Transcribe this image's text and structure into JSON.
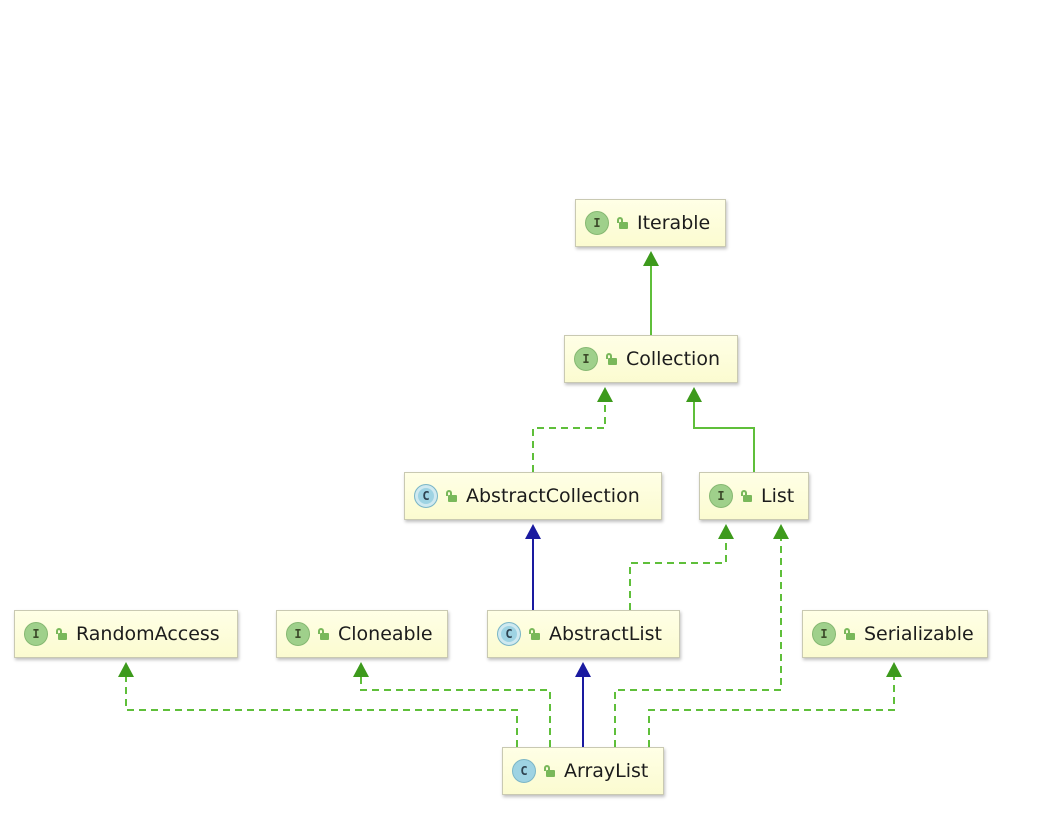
{
  "diagram": {
    "nodes": [
      {
        "id": "iterable",
        "label": "Iterable",
        "kind": "interface",
        "kind_letter": "I"
      },
      {
        "id": "collection",
        "label": "Collection",
        "kind": "interface",
        "kind_letter": "I"
      },
      {
        "id": "abstract-collection",
        "label": "AbstractCollection",
        "kind": "abstract-class",
        "kind_letter": "C"
      },
      {
        "id": "list",
        "label": "List",
        "kind": "interface",
        "kind_letter": "I"
      },
      {
        "id": "random-access",
        "label": "RandomAccess",
        "kind": "interface",
        "kind_letter": "I"
      },
      {
        "id": "cloneable",
        "label": "Cloneable",
        "kind": "interface",
        "kind_letter": "I"
      },
      {
        "id": "abstract-list",
        "label": "AbstractList",
        "kind": "abstract-class",
        "kind_letter": "C"
      },
      {
        "id": "serializable",
        "label": "Serializable",
        "kind": "interface",
        "kind_letter": "I"
      },
      {
        "id": "array-list",
        "label": "ArrayList",
        "kind": "class",
        "kind_letter": "C"
      }
    ],
    "edges": [
      {
        "from": "collection",
        "to": "iterable",
        "type": "extends-interface"
      },
      {
        "from": "abstract-collection",
        "to": "collection",
        "type": "implements"
      },
      {
        "from": "list",
        "to": "collection",
        "type": "extends-interface"
      },
      {
        "from": "abstract-list",
        "to": "abstract-collection",
        "type": "extends-class"
      },
      {
        "from": "abstract-list",
        "to": "list",
        "type": "implements"
      },
      {
        "from": "array-list",
        "to": "abstract-list",
        "type": "extends-class"
      },
      {
        "from": "array-list",
        "to": "random-access",
        "type": "implements"
      },
      {
        "from": "array-list",
        "to": "cloneable",
        "type": "implements"
      },
      {
        "from": "array-list",
        "to": "list",
        "type": "implements"
      },
      {
        "from": "array-list",
        "to": "serializable",
        "type": "implements"
      }
    ],
    "colors": {
      "interface_edge": "#5fbf3a",
      "interface_arrow": "#3d9a1c",
      "class_edge": "#1a1aa0",
      "node_border": "#c9c9b2",
      "interface_badge": "#9fd08b",
      "class_badge": "#9ed3e3",
      "lock_icon": "#79b85a"
    },
    "icons": {
      "kind_badge": "kind-badge-icon",
      "visibility": "lock-icon"
    }
  }
}
